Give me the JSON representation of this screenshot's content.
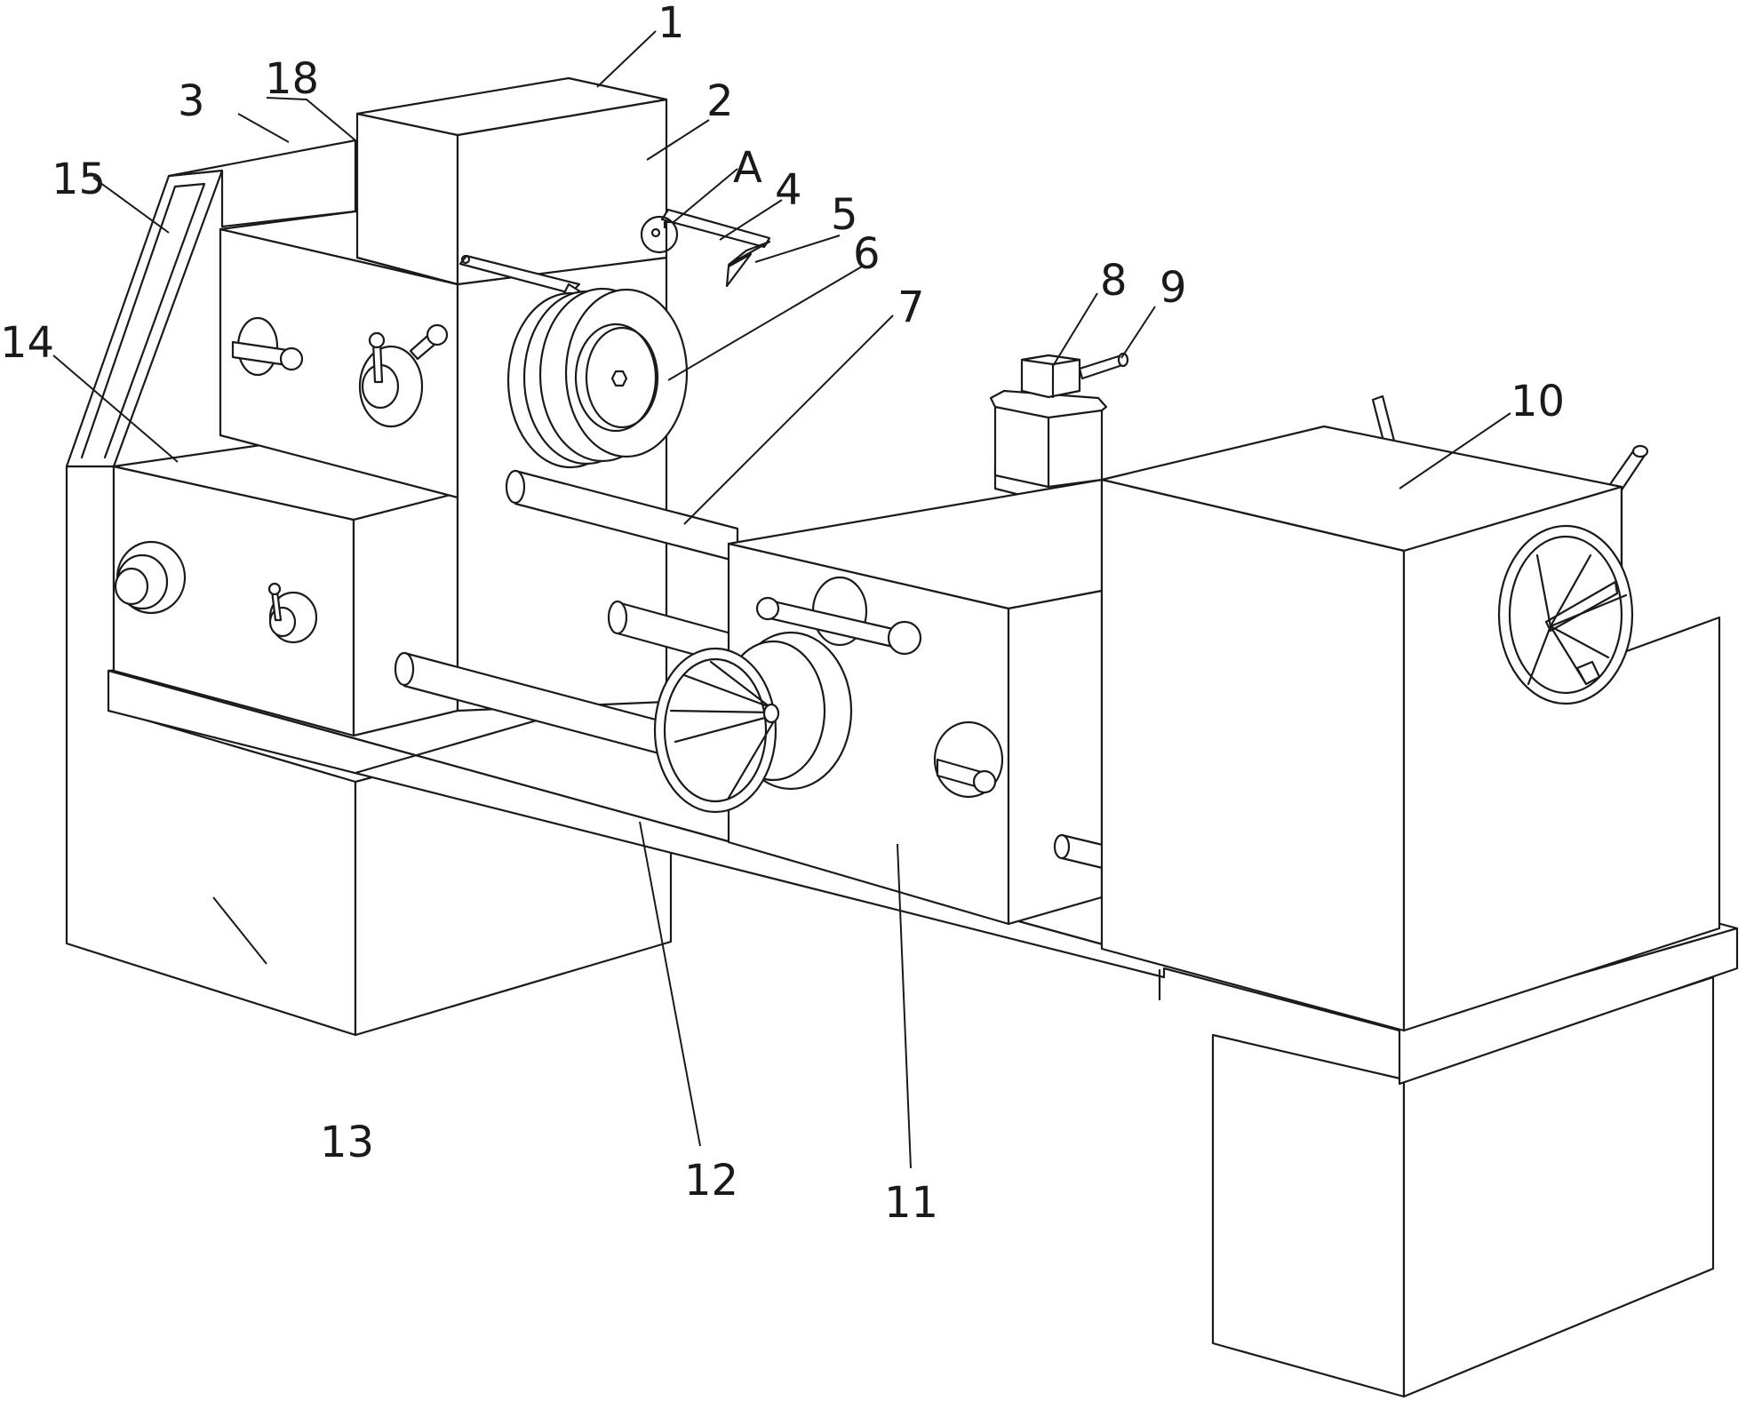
{
  "labels": {
    "l1": "1",
    "l2": "2",
    "l3": "3",
    "l4": "4",
    "l5": "5",
    "l6": "6",
    "l7": "7",
    "l8": "8",
    "l9": "9",
    "l10": "10",
    "l11": "11",
    "l12": "12",
    "l13": "13",
    "l14": "14",
    "l15": "15",
    "l18": "18",
    "lA": "A"
  },
  "colors": {
    "line": "#1a1a1a",
    "background": "#ffffff"
  }
}
